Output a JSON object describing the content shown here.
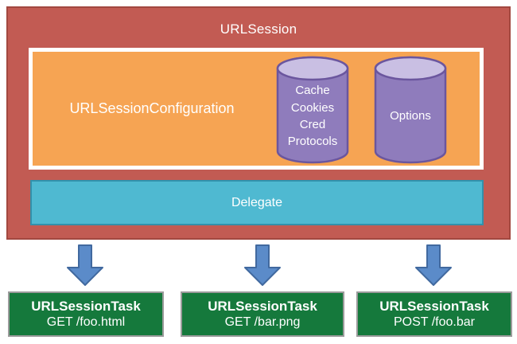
{
  "session": {
    "title": "URLSession"
  },
  "configuration": {
    "label": "URLSessionConfiguration"
  },
  "cylinders": [
    {
      "lines": [
        "Cache",
        "Cookies",
        "Cred",
        "Protocols"
      ]
    },
    {
      "lines": [
        "Options"
      ]
    }
  ],
  "delegate": {
    "label": "Delegate"
  },
  "tasks": [
    {
      "title": "URLSessionTask",
      "request": "GET /foo.html"
    },
    {
      "title": "URLSessionTask",
      "request": "GET /bar.png"
    },
    {
      "title": "URLSessionTask",
      "request": "POST /foo.bar"
    }
  ],
  "colors": {
    "session_fill": "#C25B53",
    "session_border": "#A24840",
    "config_fill": "#F6A453",
    "config_border": "#FFFFFF",
    "cylinder_fill": "#8F7CBC",
    "cylinder_top": "#C9BFE3",
    "cylinder_border": "#6B569E",
    "delegate_fill": "#4FB9D1",
    "delegate_border": "#3291AB",
    "arrow_fill": "#5B8BC9",
    "arrow_border": "#41699F",
    "task_fill": "#15793C",
    "task_border": "#9B9B9B",
    "text": "#FFFFFF"
  }
}
